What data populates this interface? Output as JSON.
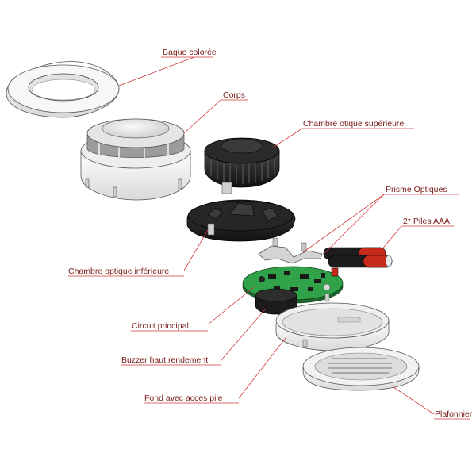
{
  "labels": {
    "bague": "Bague  colorée",
    "corps": "Corps",
    "chambre_sup": "Chambre otique supérieure",
    "prisme": "Prisme Optiques",
    "piles": "2* Piles AAA",
    "chambre_inf": "Chambre optique inférieure",
    "circuit": "Circuit principal",
    "buzzer": "Buzzer haut rendement",
    "fond": "Fond avec acces pile",
    "plafonnier": "Plafonnier"
  },
  "colors": {
    "label_text": "#7a1a1a",
    "leader_line": "#d23a3a",
    "white_part": "#f4f4f4",
    "black_part": "#1e1e1e",
    "pcb_green": "#2fa24a",
    "battery_red": "#c62a1a"
  }
}
